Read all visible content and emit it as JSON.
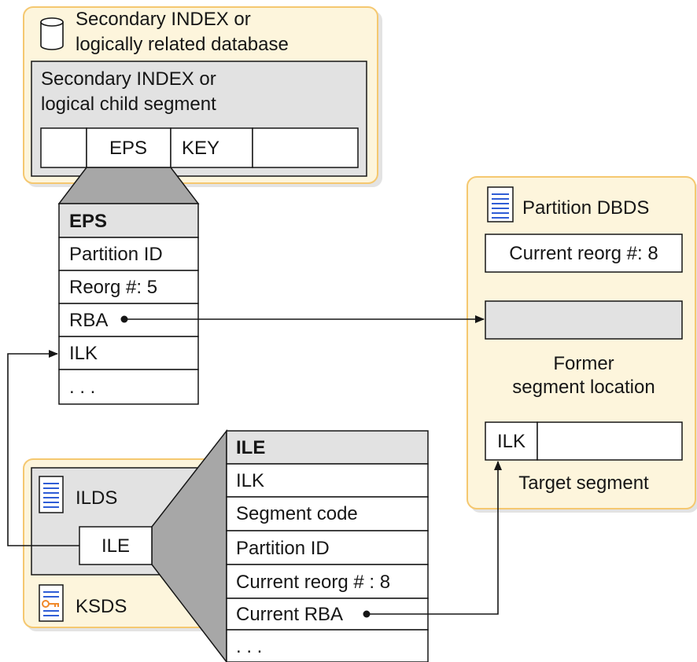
{
  "colors": {
    "panel_fill": "#fdf5dc",
    "panel_border": "#f5c870",
    "panel_shadow": "#e3e3e3",
    "gray_fill": "#e2e2e2",
    "funnel_fill": "#a7a7a7",
    "line": "#161616",
    "doc_icon_lines": "#2f5dd6",
    "key_icon": "#f08a2a"
  },
  "icons": {
    "database": "cylinder-icon",
    "partition_dbds": "document-icon",
    "ilds": "document-icon",
    "ksds": "keyed-document-icon"
  },
  "secondary_db": {
    "title_line1": "Secondary INDEX or",
    "title_line2": "logically related database",
    "segment_line1": "Secondary INDEX or",
    "segment_line2": "logical child segment",
    "fields": [
      "",
      "EPS",
      "KEY",
      ""
    ]
  },
  "eps": {
    "header": "EPS",
    "rows": [
      "Partition ID",
      "Reorg #: 5",
      "RBA",
      "ILK",
      ". . ."
    ]
  },
  "partition": {
    "title": "Partition DBDS",
    "current_reorg": "Current reorg #: 8",
    "former_line1": "Former",
    "former_line2": "segment location",
    "target_fields": [
      "ILK",
      ""
    ],
    "target_label": "Target segment"
  },
  "ksds": {
    "ilds_label": "ILDS",
    "ile_label": "ILE",
    "ksds_label": "KSDS"
  },
  "ile": {
    "header": "ILE",
    "rows": [
      "ILK",
      "Segment code",
      "Partition ID",
      "Current reorg # : 8",
      "Current RBA",
      ". . ."
    ]
  }
}
